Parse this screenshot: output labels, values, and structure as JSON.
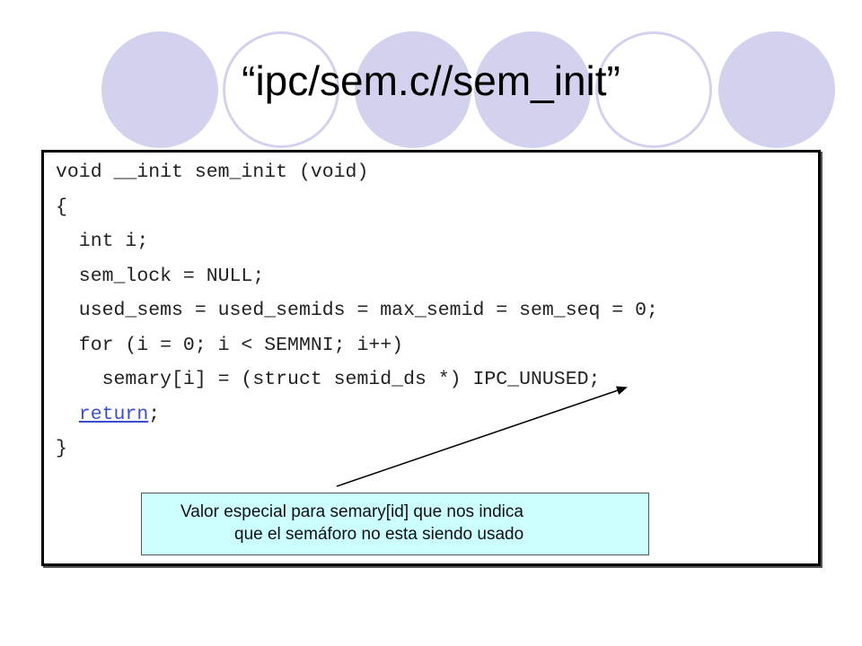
{
  "slide": {
    "title": "“ipc/sem.c//sem_init”",
    "colors": {
      "circle_fill": "#d2d2ee",
      "code_box_border": "#000000",
      "note_background": "#ccffff",
      "link": "#3a4fd0"
    }
  },
  "code": {
    "lines": [
      "void __init sem_init (void)",
      "{",
      "  int i;",
      "  sem_lock = NULL;",
      "  used_sems = used_semids = max_semid = sem_seq = 0;",
      "  for (i = 0; i < SEMMNI; i++)",
      "    semary[i] = (struct semid_ds *) IPC_UNUSED;",
      "  ",
      "}"
    ],
    "return_keyword": "return",
    "return_suffix": ";"
  },
  "annotation": {
    "line1": "Valor especial para semary[id] que nos indica",
    "line2": "que el semáforo no esta siendo usado"
  }
}
